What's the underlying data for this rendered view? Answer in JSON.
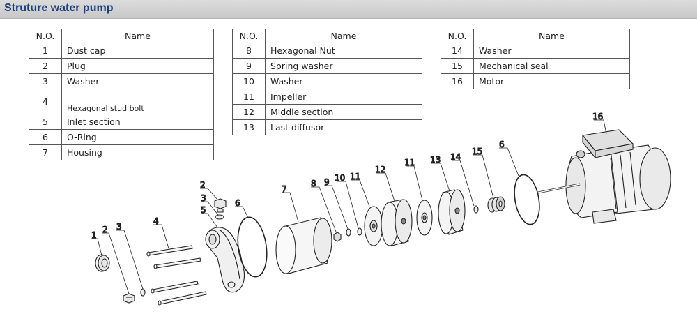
{
  "header": {
    "title": "Struture water pump"
  },
  "tables": [
    {
      "col_no": "N.O.",
      "col_name": "Name",
      "rows": [
        {
          "no": "1",
          "name": "Dust cap"
        },
        {
          "no": "2",
          "name": "Plug"
        },
        {
          "no": "3",
          "name": "Washer"
        },
        {
          "no": "4",
          "name": "Hexagonal stud bolt"
        },
        {
          "no": "5",
          "name": "Inlet section"
        },
        {
          "no": "6",
          "name": "O-Ring"
        },
        {
          "no": "7",
          "name": "Housing"
        }
      ]
    },
    {
      "col_no": "N.O.",
      "col_name": "Name",
      "rows": [
        {
          "no": "8",
          "name": "Hexagonal Nut"
        },
        {
          "no": "9",
          "name": "Spring washer"
        },
        {
          "no": "10",
          "name": "Washer"
        },
        {
          "no": "11",
          "name": "Impeller"
        },
        {
          "no": "12",
          "name": "Middle section"
        },
        {
          "no": "13",
          "name": "Last diffusor"
        }
      ]
    },
    {
      "col_no": "N.O.",
      "col_name": "Name",
      "rows": [
        {
          "no": "14",
          "name": "Washer"
        },
        {
          "no": "15",
          "name": "Mechanical seal"
        },
        {
          "no": "16",
          "name": "Motor"
        }
      ]
    }
  ],
  "callouts": [
    "1",
    "2",
    "3",
    "4",
    "2",
    "3",
    "5",
    "6",
    "7",
    "8",
    "9",
    "10",
    "11",
    "12",
    "11",
    "13",
    "14",
    "15",
    "6",
    "16"
  ]
}
